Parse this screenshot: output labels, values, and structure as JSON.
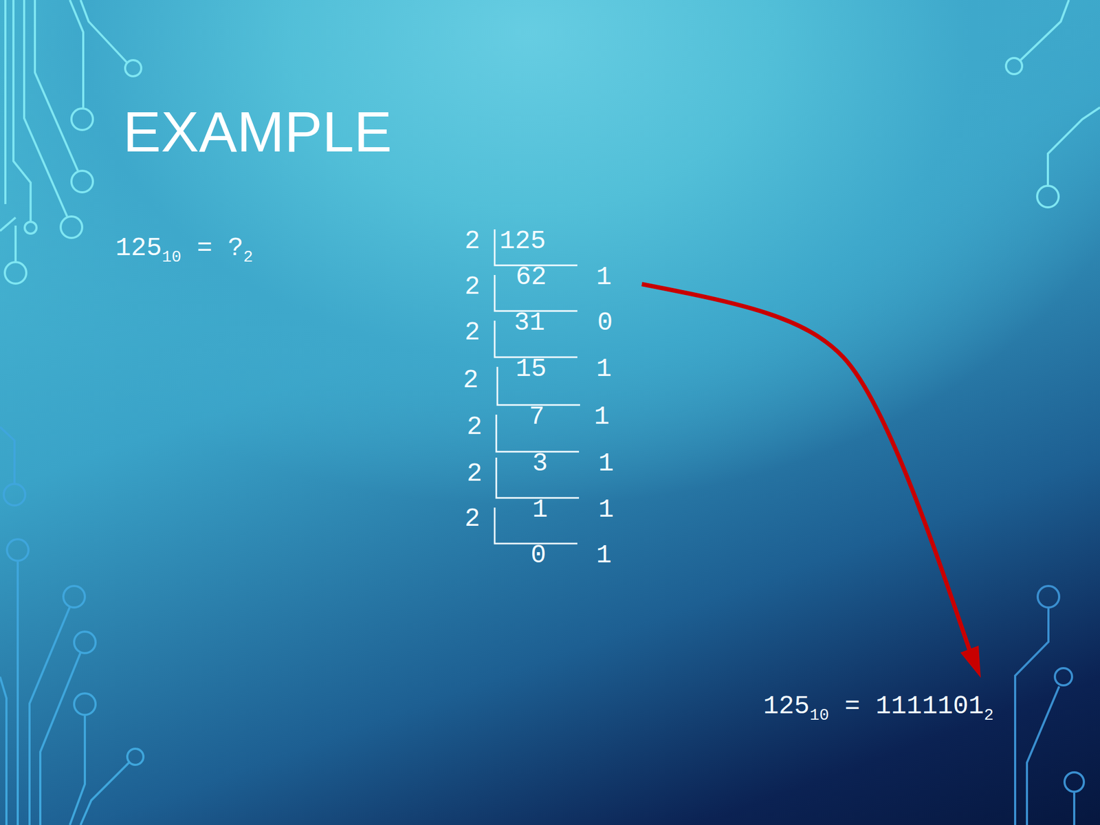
{
  "diagram": {
    "title": "EXAMPLE",
    "labels": [
      "125",
      "10",
      "=",
      "?",
      "2",
      "2",
      "125",
      "62",
      "1",
      "2",
      "31",
      "0",
      "2",
      "15",
      "1",
      "2",
      "7",
      "1",
      "2",
      "3",
      "1",
      "2",
      "1",
      "1",
      "2",
      "0",
      "1",
      "125",
      "10",
      "=",
      "1111101",
      "2"
    ]
  }
}
